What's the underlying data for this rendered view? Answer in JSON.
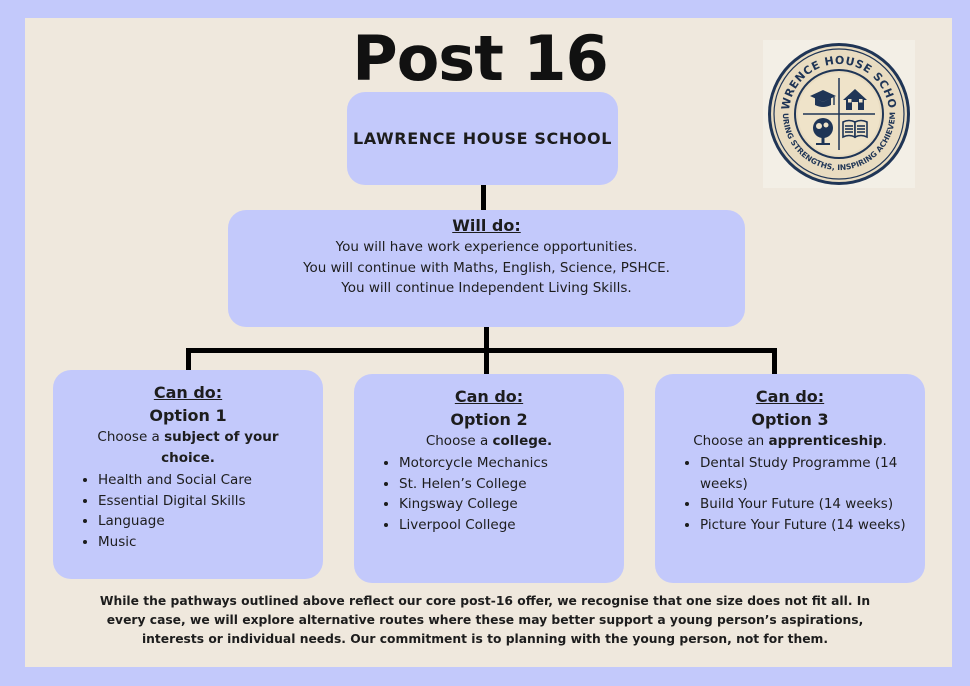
{
  "title": "Post 16",
  "school_box": {
    "label": "LAWRENCE HOUSE SCHOOL"
  },
  "will_do": {
    "heading": "Will do:",
    "lines": [
      "You will have work experience opportunities.",
      "You will continue with Maths, English, Science, PSHCE.",
      "You will continue Independent Living Skills."
    ]
  },
  "options": [
    {
      "heading": "Can do:",
      "option": "Option 1",
      "choose_prefix": "Choose a ",
      "choose_bold": "subject of your choice.",
      "choose_suffix": "",
      "items": [
        "Health and Social Care",
        "Essential Digital Skills",
        "Language",
        "Music"
      ]
    },
    {
      "heading": "Can do:",
      "option": "Option 2",
      "choose_prefix": "Choose a ",
      "choose_bold": "college.",
      "choose_suffix": "",
      "items": [
        "Motorcycle Mechanics",
        "St. Helen’s College",
        "Kingsway College",
        "Liverpool College"
      ]
    },
    {
      "heading": "Can do:",
      "option": "Option 3",
      "choose_prefix": "Choose an ",
      "choose_bold": "apprenticeship",
      "choose_suffix": ".",
      "items": [
        "Dental Study Programme (14 weeks)",
        "Build Your Future (14 weeks)",
        "Picture Your Future (14 weeks)"
      ]
    }
  ],
  "footer": "While the pathways outlined above reflect our core post-16 offer, we recognise that one size does not fit all. In every case, we will explore alternative routes where these may better support a young person’s aspirations, interests or individual needs. Our commitment is to planning with the young person, not for them.",
  "logo": {
    "top_text": "LAWRENCE HOUSE SCHOOL",
    "bottom_text": "NURTURING STRENGTHS, INSPIRING ACHIEVEMENTS",
    "icons": [
      "graduation-cap-icon",
      "house-icon",
      "tree-icon",
      "open-book-icon"
    ],
    "colors": {
      "navy": "#1f3556",
      "cream": "#e9dcc1"
    }
  },
  "colors": {
    "box": "#c3c9fb",
    "background": "#efe8dd",
    "border": "#c3c9fb"
  }
}
